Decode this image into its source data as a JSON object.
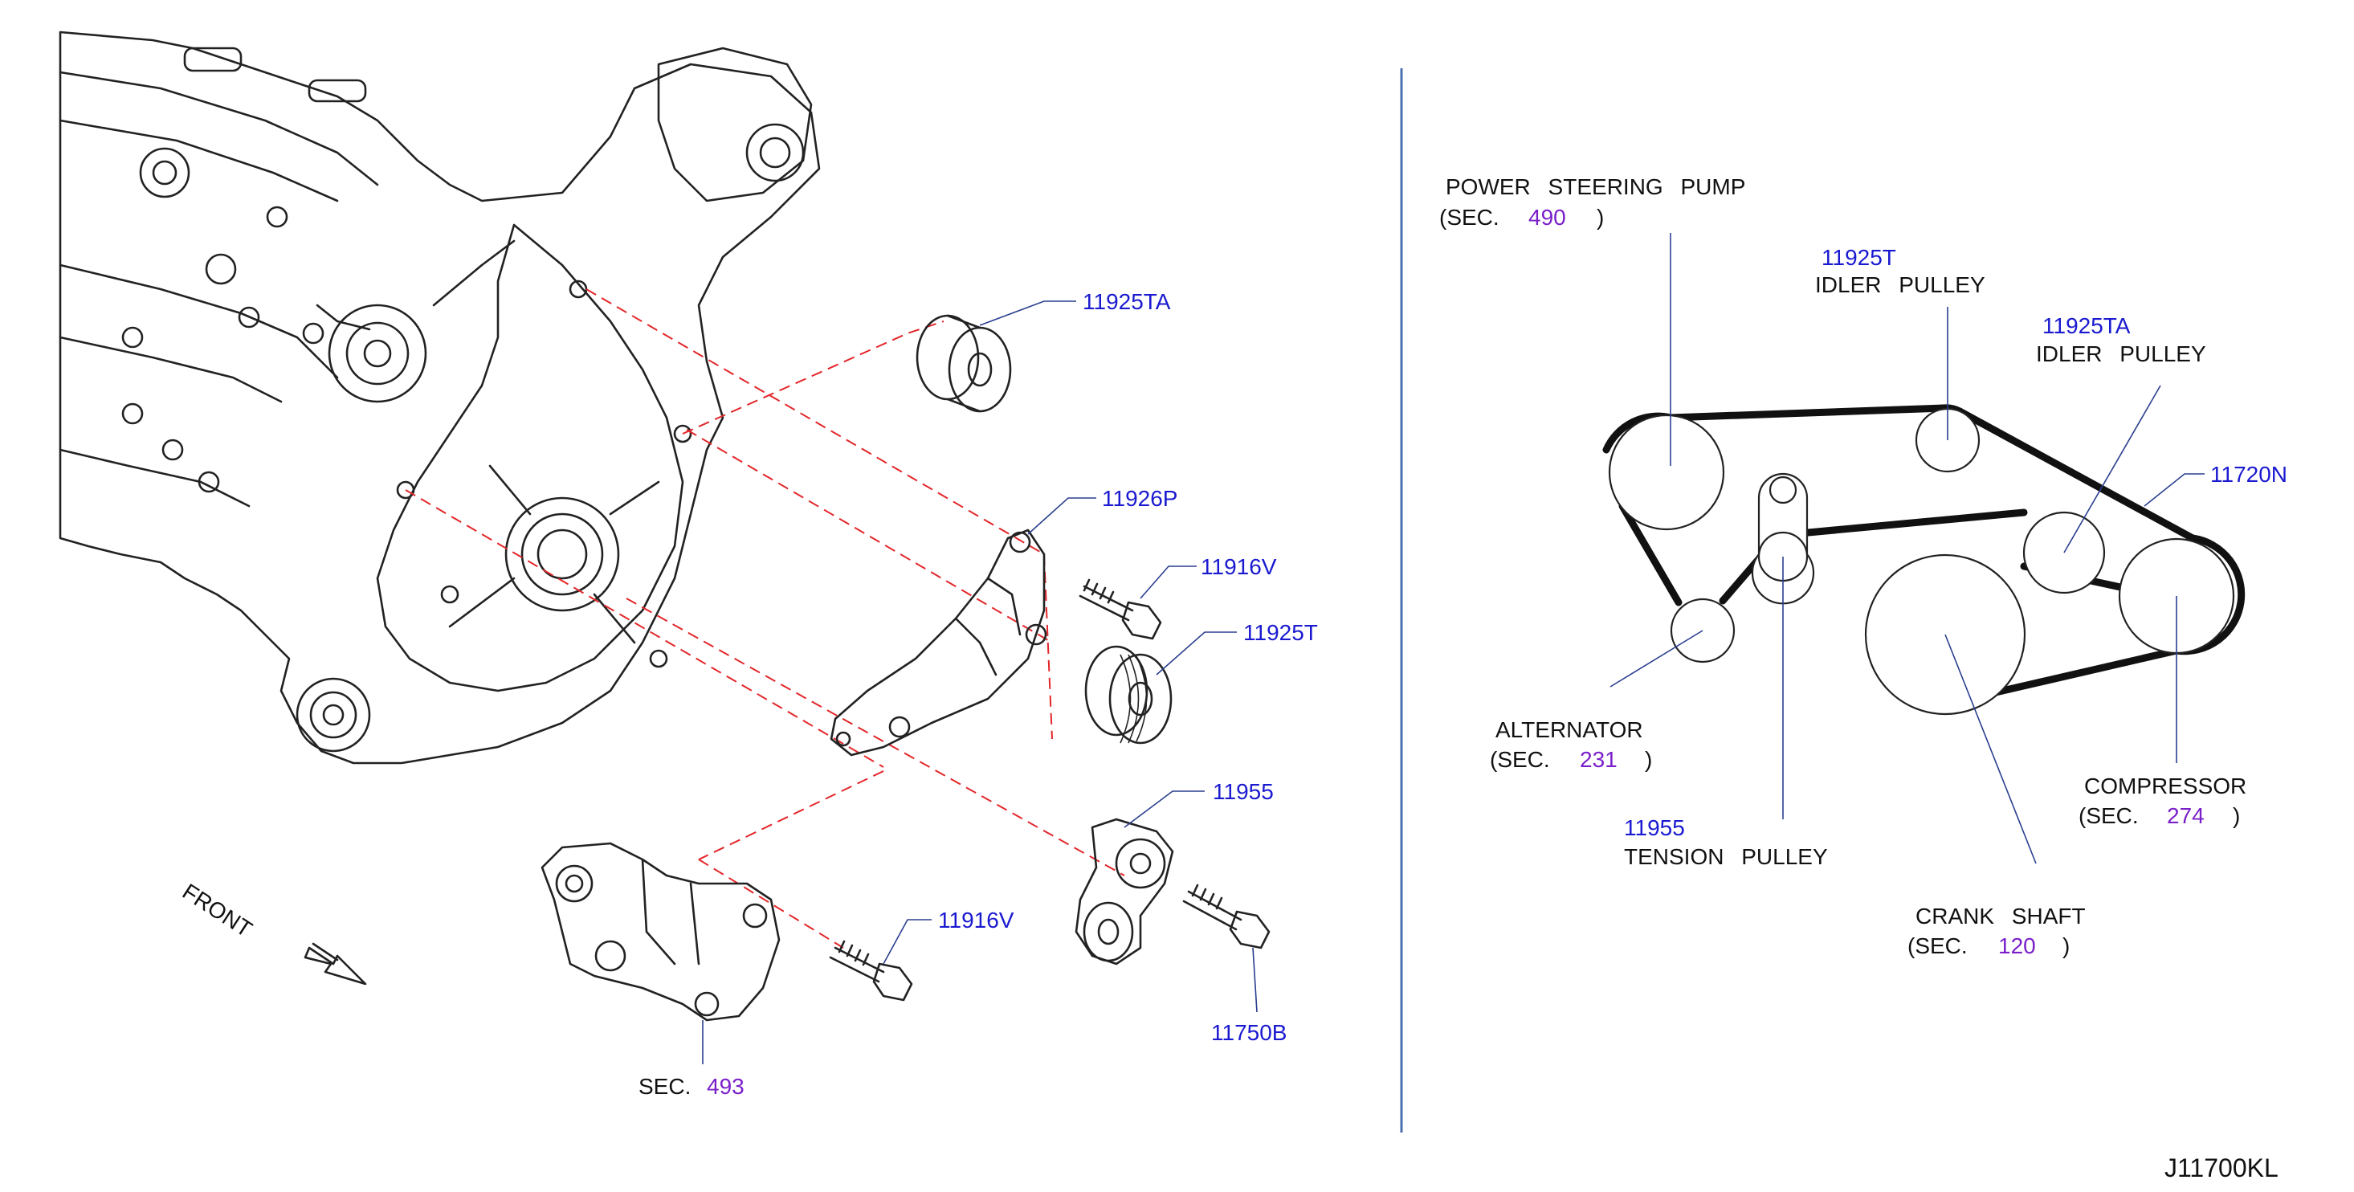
{
  "diagram_code": "J11700KL",
  "front_label": "FRONT",
  "exploded": {
    "p_11925TA": "11925TA",
    "p_11926P": "11926P",
    "p_11916V_upper": "11916V",
    "p_11925T": "11925T",
    "p_11955": "11955",
    "p_11916V_lower": "11916V",
    "p_11750B": "11750B",
    "sec_prefix": "SEC.",
    "sec_493": "493"
  },
  "belt_layout": {
    "power_steering": {
      "name": "POWER STEERING PUMP",
      "sec_open": "(SEC.",
      "sec_num": "490",
      "sec_close": ")"
    },
    "idler_t": {
      "part": "11925T",
      "name": "IDLER PULLEY"
    },
    "idler_ta": {
      "part": "11925TA",
      "name": "IDLER PULLEY"
    },
    "belt": {
      "part": "11720N"
    },
    "alternator": {
      "name": "ALTERNATOR",
      "sec_open": "(SEC.",
      "sec_num": "231",
      "sec_close": ")"
    },
    "tension": {
      "part": "11955",
      "name": "TENSION PULLEY"
    },
    "compressor": {
      "name": "COMPRESSOR",
      "sec_open": "(SEC.",
      "sec_num": "274",
      "sec_close": ")"
    },
    "crank": {
      "name": "CRANK SHAFT",
      "sec_open": "(SEC.",
      "sec_num": "120",
      "sec_close": ")"
    }
  }
}
